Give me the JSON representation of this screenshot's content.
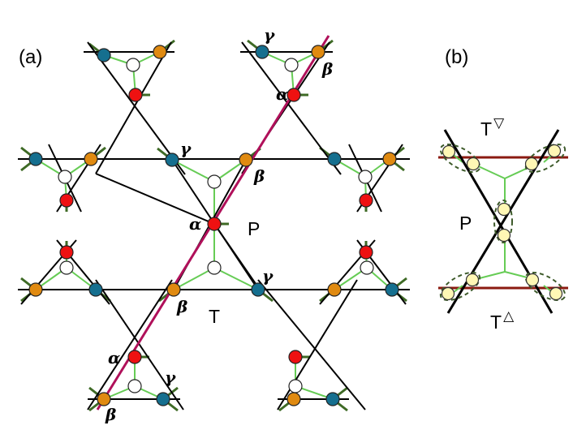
{
  "panels": {
    "a": {
      "label": "(a)"
    },
    "b": {
      "label": "(b)"
    }
  },
  "labels": {
    "alpha": "α",
    "beta": "β",
    "gamma": "γ",
    "P": "P",
    "T": "T",
    "T_down": "T",
    "T_down_sup": "▽",
    "T_up": "T",
    "T_up_sup": "△"
  },
  "colors": {
    "lattice": "#000000",
    "green": "#66cc55",
    "dark_green": "#3e6a25",
    "path": "#b0105a",
    "red_line": "#8b1a10",
    "alpha_site": "#ee1111",
    "beta_site": "#e08a10",
    "gamma_site": "#156f8f",
    "center_site": "#ffffff",
    "pair_site": "#fff7b5",
    "ellipse": "#3d5a2a"
  }
}
